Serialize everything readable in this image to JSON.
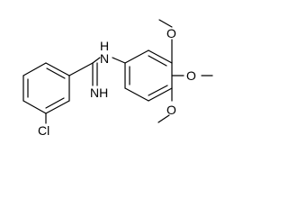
{
  "molecule": {
    "atom_labels": {
      "nh_group": "N",
      "nh_hydrogen": "H",
      "imine_nh": "NH",
      "chlorine": "Cl",
      "oxygen_top": "O",
      "oxygen_middle": "O",
      "oxygen_bottom": "O"
    }
  }
}
